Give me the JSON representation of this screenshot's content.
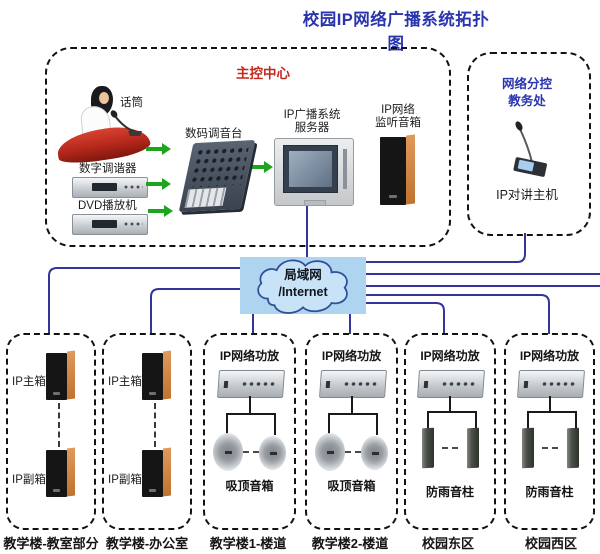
{
  "title": "校园IP网络广播系统拓扑图",
  "colors": {
    "title_blue": "#2a35ad",
    "accent_red": "#c02a1e",
    "wire_blue": "#34349a",
    "arrow_green": "#1ea51e",
    "cloud_bg": "#aed4ef",
    "speaker_orange": "#cf8048"
  },
  "main_center": {
    "label": "主控中心",
    "mic_label": "话筒",
    "tuner_label": "数字调谐器",
    "dvd_label": "DVD播放机",
    "mixer_label": "数码调音台",
    "server_label_line1": "IP广播系统",
    "server_label_line2": "服务器",
    "monitor_label_line1": "IP网络",
    "monitor_label_line2": "监听音箱"
  },
  "sub_control": {
    "label_line1": "网络分控",
    "label_line2": "教务处",
    "device_label": "IP对讲主机"
  },
  "cloud": {
    "line1": "局域网",
    "line2": "/Internet"
  },
  "zones": [
    {
      "caption": "教学楼-教室部分",
      "top_speaker_label": "IP主箱",
      "bottom_speaker_label": "IP副箱"
    },
    {
      "caption": "教学楼-办公室",
      "top_speaker_label": "IP主箱",
      "bottom_speaker_label": "IP副箱"
    },
    {
      "caption": "教学楼1-楼道",
      "amp_label": "IP网络功放",
      "speaker_label": "吸顶音箱"
    },
    {
      "caption": "教学楼2-楼道",
      "amp_label": "IP网络功放",
      "speaker_label": "吸顶音箱"
    },
    {
      "caption": "校园东区",
      "amp_label": "IP网络功放",
      "speaker_label": "防雨音柱"
    },
    {
      "caption": "校园西区",
      "amp_label": "IP网络功放",
      "speaker_label": "防雨音柱"
    }
  ]
}
